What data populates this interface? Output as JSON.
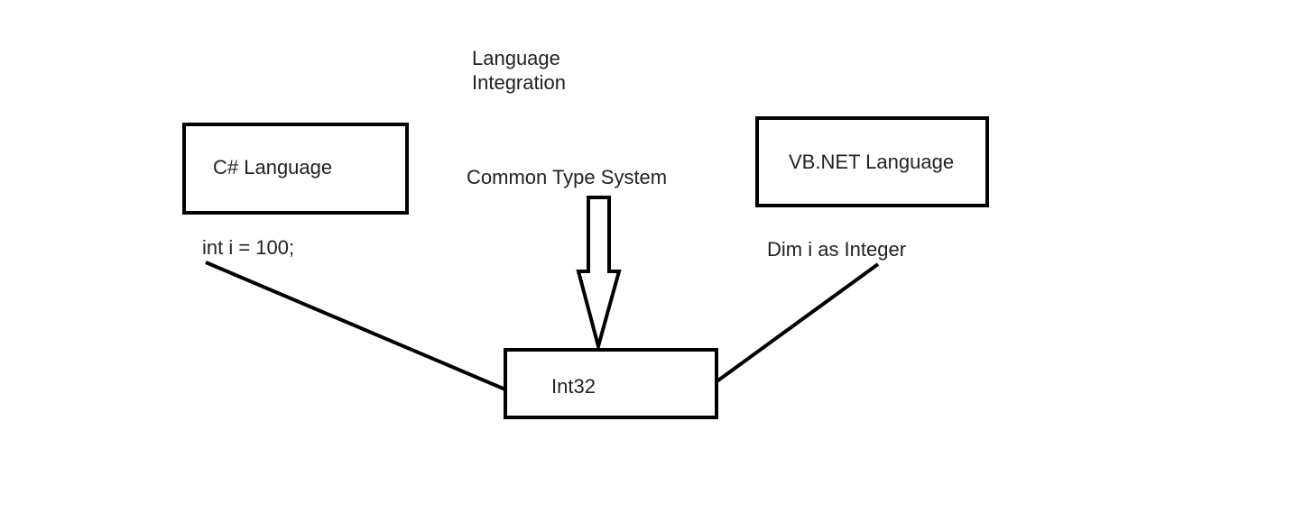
{
  "diagram": {
    "title_lines": [
      "Language",
      "Integration"
    ],
    "nodes": {
      "csharp": {
        "label": "C# Language"
      },
      "vbnet": {
        "label": "VB.NET Language"
      },
      "int32": {
        "label": "Int32"
      }
    },
    "annotations": {
      "common_type_system": "Common Type System",
      "csharp_code": "int i = 100;",
      "vbnet_code": "Dim i as Integer"
    },
    "edges": [
      {
        "from": "csharp",
        "to": "int32",
        "style": "line"
      },
      {
        "from": "vbnet",
        "to": "int32",
        "style": "line"
      },
      {
        "from": "common_type_system",
        "to": "int32",
        "style": "hollow-arrow"
      }
    ],
    "colors": {
      "stroke": "#000000",
      "text": "#222222",
      "background": "#ffffff"
    }
  }
}
